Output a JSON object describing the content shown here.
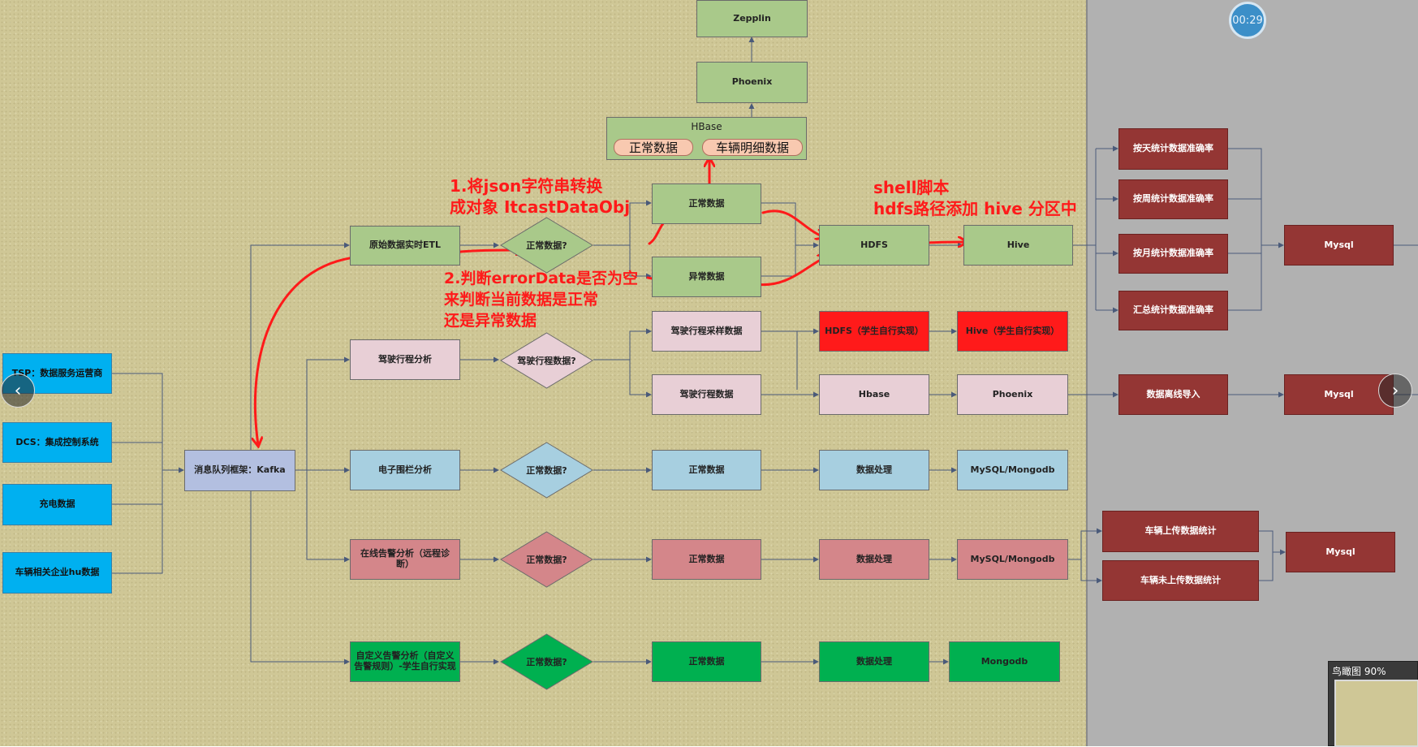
{
  "nodes": {
    "zepplin": "Zepplin",
    "phoenix_top": "Phoenix",
    "hbase_title": "HBase",
    "hbase_normal": "正常数据",
    "hbase_detail": "车辆明细数据",
    "etl": "原始数据实时ETL",
    "etl_diamond": "正常数据?",
    "normal_data_1": "正常数据",
    "abnormal_data": "异常数据",
    "hdfs": "HDFS",
    "hive": "Hive",
    "stat_day": "按天统计数据准确率",
    "stat_week": "按周统计数据准确率",
    "stat_month": "按月统计数据准确率",
    "stat_total": "汇总统计数据准确率",
    "mysql_1": "Mysql",
    "tsp": "TSP：数据服务运营商",
    "dcs": "DCS：集成控制系统",
    "charge": "充电数据",
    "vehicle_hu": "车辆相关企业hu数据",
    "kafka": "消息队列框架：Kafka",
    "driving": "驾驶行程分析",
    "driving_diamond": "驾驶行程数据?",
    "driving_sample": "驾驶行程采样数据",
    "driving_data": "驾驶行程数据",
    "hdfs_student": "HDFS（学生自行实现）",
    "hive_student": "Hive（学生自行实现）",
    "hbase_row": "Hbase",
    "phoenix_row": "Phoenix",
    "offline_import": "数据离线导入",
    "mysql_2": "Mysql",
    "fence": "电子围栏分析",
    "fence_diamond": "正常数据?",
    "fence_normal": "正常数据",
    "fence_process": "数据处理",
    "fence_db": "MySQL/Mongodb",
    "alarm": "在线告警分析（远程诊断）",
    "alarm_diamond": "正常数据?",
    "alarm_normal": "正常数据",
    "alarm_process": "数据处理",
    "alarm_db": "MySQL/Mongodb",
    "upload_stat": "车辆上传数据统计",
    "no_upload_stat": "车辆未上传数据统计",
    "mysql_3": "Mysql",
    "custom": "自定义告警分析（自定义告警规则）-学生自行实现",
    "custom_diamond": "正常数据?",
    "custom_normal": "正常数据",
    "custom_process": "数据处理",
    "mongodb": "Mongodb"
  },
  "annotations": {
    "a1_line1": "1.将json字符串转换",
    "a1_line2": "成对象 ItcastDataObj",
    "a2_line1": "2.判断errorData是否为空",
    "a2_line2": "来判断当前数据是正常",
    "a2_line3": "还是异常数据",
    "a3_line1": "shell脚本",
    "a3_line2": "hdfs路径添加 hive 分区中"
  },
  "ui": {
    "timer": "00:29",
    "prev_icon": "‹",
    "next_icon": "›",
    "birdseye_title": "鸟瞰图 90%"
  },
  "colors": {
    "canvas_bg": "#cfc796",
    "annotation_red": "#ff1a1a",
    "maroon": "#943634",
    "source_blue": "#00b0f0"
  }
}
